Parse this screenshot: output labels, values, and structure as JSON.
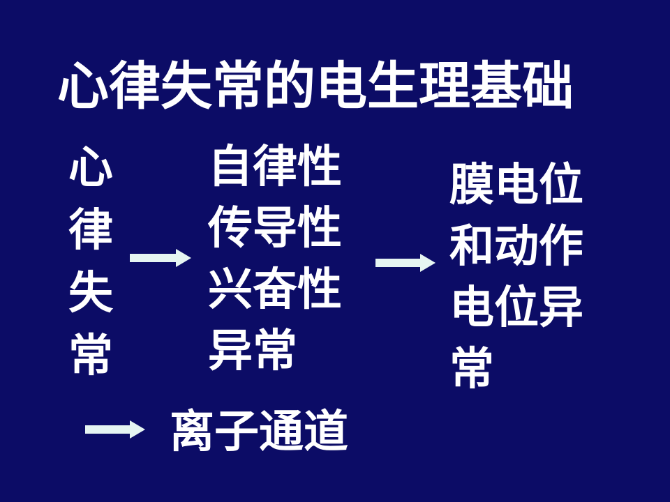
{
  "slide": {
    "title": "心律失常的电生理基础",
    "left_column": [
      "心",
      "律",
      "失",
      "常"
    ],
    "middle_lines": [
      "自律性",
      "传导性",
      "兴奋性",
      "异常"
    ],
    "right_lines": [
      "膜电位",
      "和动作",
      "电位异",
      "常"
    ],
    "bottom_text": "离子通道",
    "colors": {
      "background": "#0c0c66",
      "text": "#ffffff",
      "arrow": "#e6f5f2"
    }
  }
}
